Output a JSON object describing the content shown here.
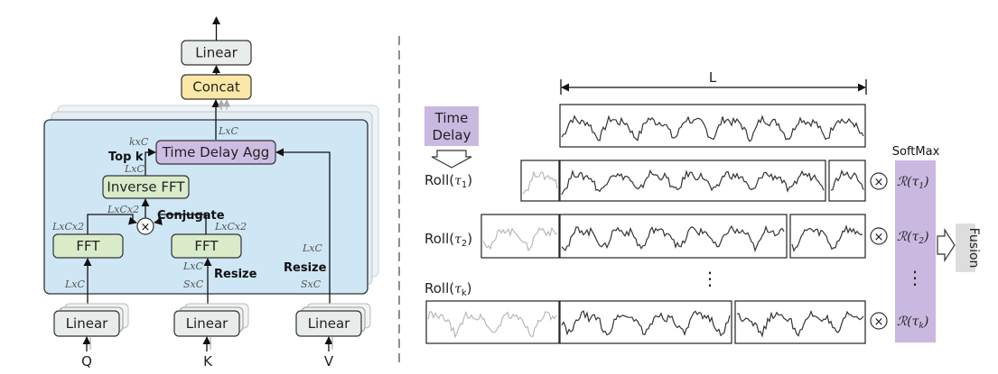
{
  "left": {
    "linear_top": "Linear",
    "concat": "Concat",
    "time_delay_agg": "Time Delay Agg",
    "inverse_fft": "Inverse FFT",
    "fft_left": "FFT",
    "fft_right": "FFT",
    "linear_q": "Linear",
    "linear_k": "Linear",
    "linear_v": "Linear",
    "input_q": "Q",
    "input_k": "K",
    "input_v": "V",
    "dim_lxc_top": "LxC",
    "dim_kxc": "kxC",
    "top_k": "Top k",
    "dim_lxc_mid": "LxC",
    "dim_lxcx2_center": "LxCx2",
    "conjugate": "Conjugate",
    "dim_lxcx2_left": "LxCx2",
    "dim_lxcx2_right": "LxCx2",
    "multiply_symbol": "×",
    "dim_lxc_q": "LxC",
    "dim_lxc_k": "LxC",
    "dim_sxc_k": "SxC",
    "resize_k": "Resize",
    "dim_lxc_v": "LxC",
    "resize_v": "Resize",
    "dim_sxc_v": "SxC",
    "colors": {
      "panel_fill": "#cfe6f5",
      "green": "#d9ebc9",
      "purple": "#cdbde3",
      "yellow": "#fbe8a6",
      "gray": "#e8eceb"
    }
  },
  "right": {
    "length_label": "L",
    "time_delay_line1": "Time",
    "time_delay_line2": "Delay",
    "softmax": "SoftMax",
    "fusion": "Fusion",
    "vertical_dots": "⋮",
    "multiply_symbol": "×",
    "rolls": [
      {
        "label": "Roll(",
        "tau": "τ",
        "sub": "1",
        "close": ")",
        "r": "ℛ(τ",
        "r_sub": "1",
        "r_close": ")"
      },
      {
        "label": "Roll(",
        "tau": "τ",
        "sub": "2",
        "close": ")",
        "r": "ℛ(τ",
        "r_sub": "2",
        "r_close": ")"
      },
      {
        "label": "Roll(",
        "tau": "τ",
        "sub": "k",
        "close": ")",
        "r": "ℛ(τ",
        "r_sub": "k",
        "r_close": ")"
      }
    ],
    "colors": {
      "purple": "#c9b8e0",
      "gray": "#dddddd",
      "signal": "#333333",
      "faded": "#b8b8b8"
    }
  }
}
